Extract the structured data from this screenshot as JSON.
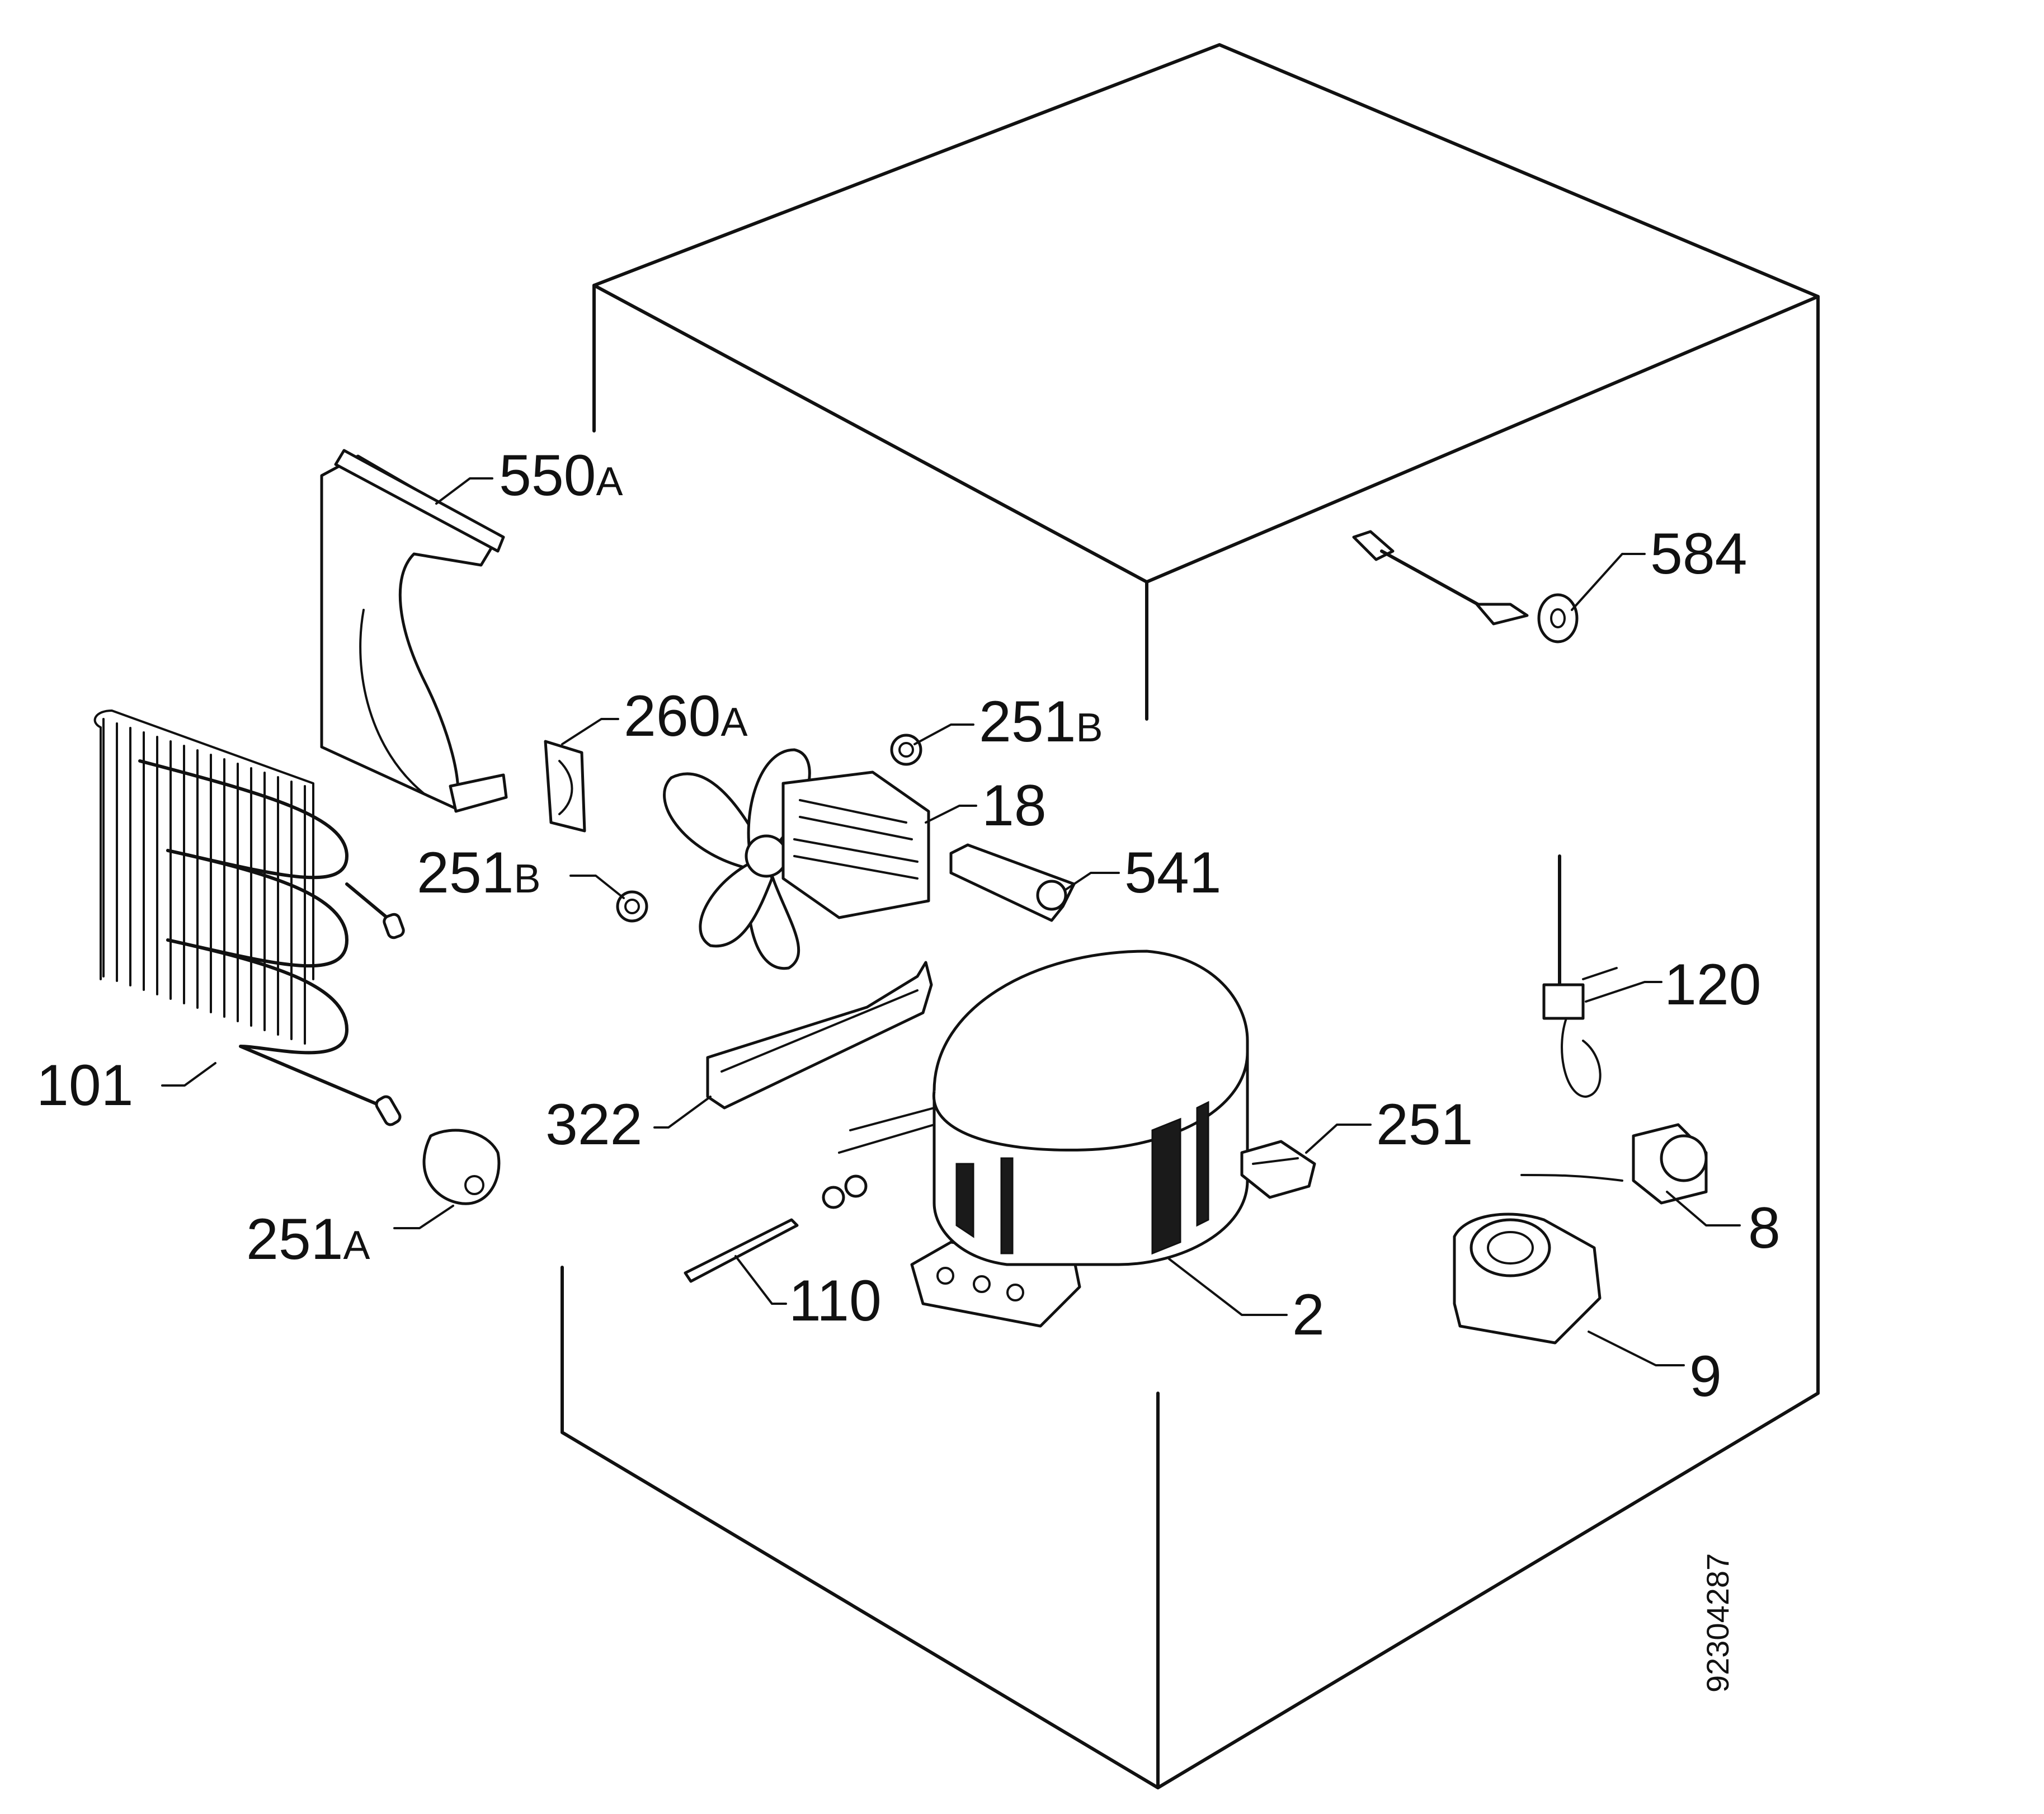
{
  "parts": [
    {
      "key": "p550a",
      "num": "550",
      "suffix": "A"
    },
    {
      "key": "p260a",
      "num": "260",
      "suffix": "A"
    },
    {
      "key": "p251b_right",
      "num": "251",
      "suffix": "B"
    },
    {
      "key": "p18",
      "num": "18",
      "suffix": ""
    },
    {
      "key": "p251b_left",
      "num": "251",
      "suffix": "B"
    },
    {
      "key": "p541",
      "num": "541",
      "suffix": ""
    },
    {
      "key": "p584",
      "num": "584",
      "suffix": ""
    },
    {
      "key": "p120",
      "num": "120",
      "suffix": ""
    },
    {
      "key": "p101",
      "num": "101",
      "suffix": ""
    },
    {
      "key": "p322",
      "num": "322",
      "suffix": ""
    },
    {
      "key": "p251",
      "num": "251",
      "suffix": ""
    },
    {
      "key": "p251a",
      "num": "251",
      "suffix": "A"
    },
    {
      "key": "p8",
      "num": "8",
      "suffix": ""
    },
    {
      "key": "p110",
      "num": "110",
      "suffix": ""
    },
    {
      "key": "p2",
      "num": "2",
      "suffix": ""
    },
    {
      "key": "p9",
      "num": "9",
      "suffix": ""
    }
  ],
  "drawing_code": "92304287"
}
